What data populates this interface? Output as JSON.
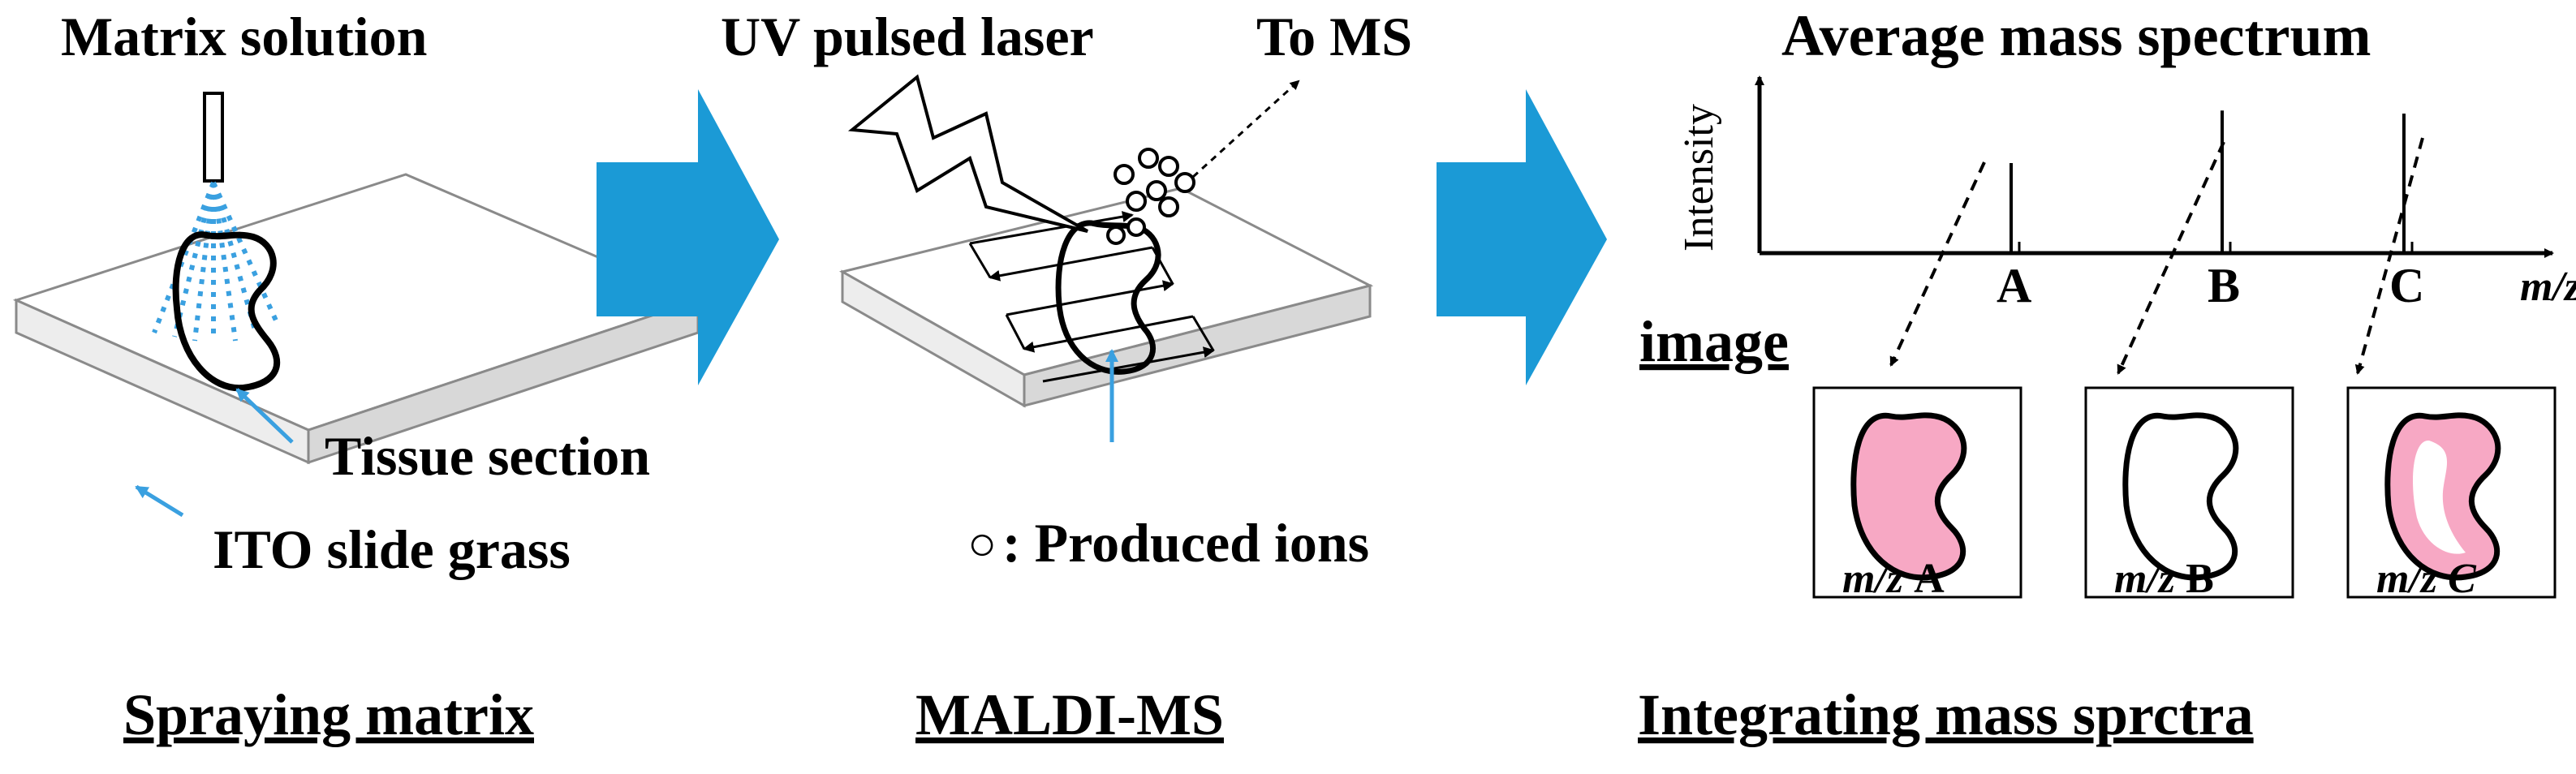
{
  "panel1": {
    "matrix_label": "Matrix solution",
    "tissue_label": "Tissue section",
    "slide_label": "ITO slide grass",
    "caption": "Spraying matrix"
  },
  "panel2": {
    "laser_label": "UV pulsed laser",
    "ms_label": "To MS",
    "ions_symbol": "○",
    "ions_label": ": Produced ions",
    "caption": "MALDI-MS"
  },
  "panel3": {
    "spectrum_title": "Average mass spectrum",
    "y_axis_label": "Intensity",
    "x_axis_label": "m/z",
    "peaks": [
      {
        "label": "A",
        "relative_intensity": 0.6
      },
      {
        "label": "B",
        "relative_intensity": 0.95
      },
      {
        "label": "C",
        "relative_intensity": 0.93
      }
    ],
    "image_heading": "image",
    "thumbnails": [
      {
        "mz_text": "m/z",
        "peak": "A",
        "fill": "#f7a8c4"
      },
      {
        "mz_text": "m/z",
        "peak": "B",
        "fill": "#ffffff"
      },
      {
        "mz_text": "m/z",
        "peak": "C",
        "fill": "#f7a8c4"
      }
    ],
    "caption": "Integrating mass sprctra"
  },
  "colors": {
    "arrow_blue": "#1b9ad6",
    "spray_blue": "#3aa0e0",
    "pointer_blue": "#3aa0e0",
    "tissue_pink": "#f7a8c4"
  }
}
